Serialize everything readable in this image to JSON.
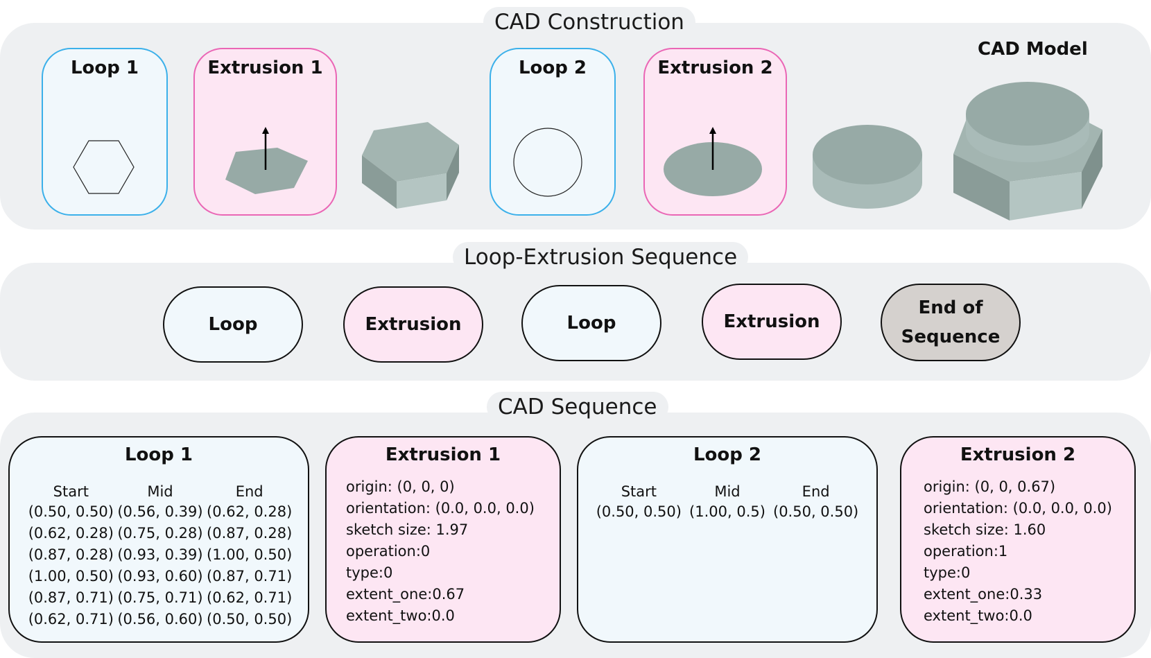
{
  "construction": {
    "title": "CAD Construction",
    "loop1_title": "Loop 1",
    "extrusion1_title": "Extrusion 1",
    "loop2_title": "Loop 2",
    "extrusion2_title": "Extrusion 2",
    "model_label": "CAD Model"
  },
  "loop_extrusion_sequence": {
    "title": "Loop-Extrusion Sequence",
    "items": [
      "Loop",
      "Extrusion",
      "Loop",
      "Extrusion",
      "End of Sequence"
    ]
  },
  "cad_sequence": {
    "title": "CAD Sequence",
    "loop1": {
      "title": "Loop 1",
      "headers": [
        "Start",
        "Mid",
        "End"
      ],
      "rows": [
        [
          "(0.50, 0.50)",
          "(0.56, 0.39)",
          "(0.62, 0.28)"
        ],
        [
          "(0.62, 0.28)",
          "(0.75, 0.28)",
          "(0.87, 0.28)"
        ],
        [
          "(0.87, 0.28)",
          "(0.93, 0.39)",
          "(1.00, 0.50)"
        ],
        [
          "(1.00, 0.50)",
          "(0.93, 0.60)",
          "(0.87, 0.71)"
        ],
        [
          "(0.87, 0.71)",
          "(0.75, 0.71)",
          "(0.62, 0.71)"
        ],
        [
          "(0.62, 0.71)",
          "(0.56, 0.60)",
          "(0.50, 0.50)"
        ]
      ]
    },
    "extrusion1": {
      "title": "Extrusion 1",
      "params": [
        "origin: (0, 0, 0)",
        "orientation:  (0.0, 0.0, 0.0)",
        "sketch size: 1.97",
        "operation:0",
        "type:0",
        "extent_one:0.67",
        "extent_two:0.0"
      ]
    },
    "loop2": {
      "title": "Loop 2",
      "headers": [
        "Start",
        "Mid",
        "End"
      ],
      "rows": [
        [
          "(0.50, 0.50)",
          "(1.00, 0.5)",
          "(0.50, 0.50)"
        ]
      ]
    },
    "extrusion2": {
      "title": "Extrusion 2",
      "params": [
        "origin: (0, 0, 0.67)",
        "orientation: (0.0, 0.0, 0.0)",
        "sketch size: 1.60",
        "operation:1",
        "type:0",
        "extent_one:0.33",
        "extent_two:0.0"
      ]
    }
  },
  "colors": {
    "loop_border": "#3bb0ea",
    "loop_fill": "#f1f8fc",
    "extrusion_border": "#ea66b5",
    "extrusion_fill": "#fde6f3",
    "end_fill": "#d5d1ce",
    "solid": "#97aaa6"
  }
}
